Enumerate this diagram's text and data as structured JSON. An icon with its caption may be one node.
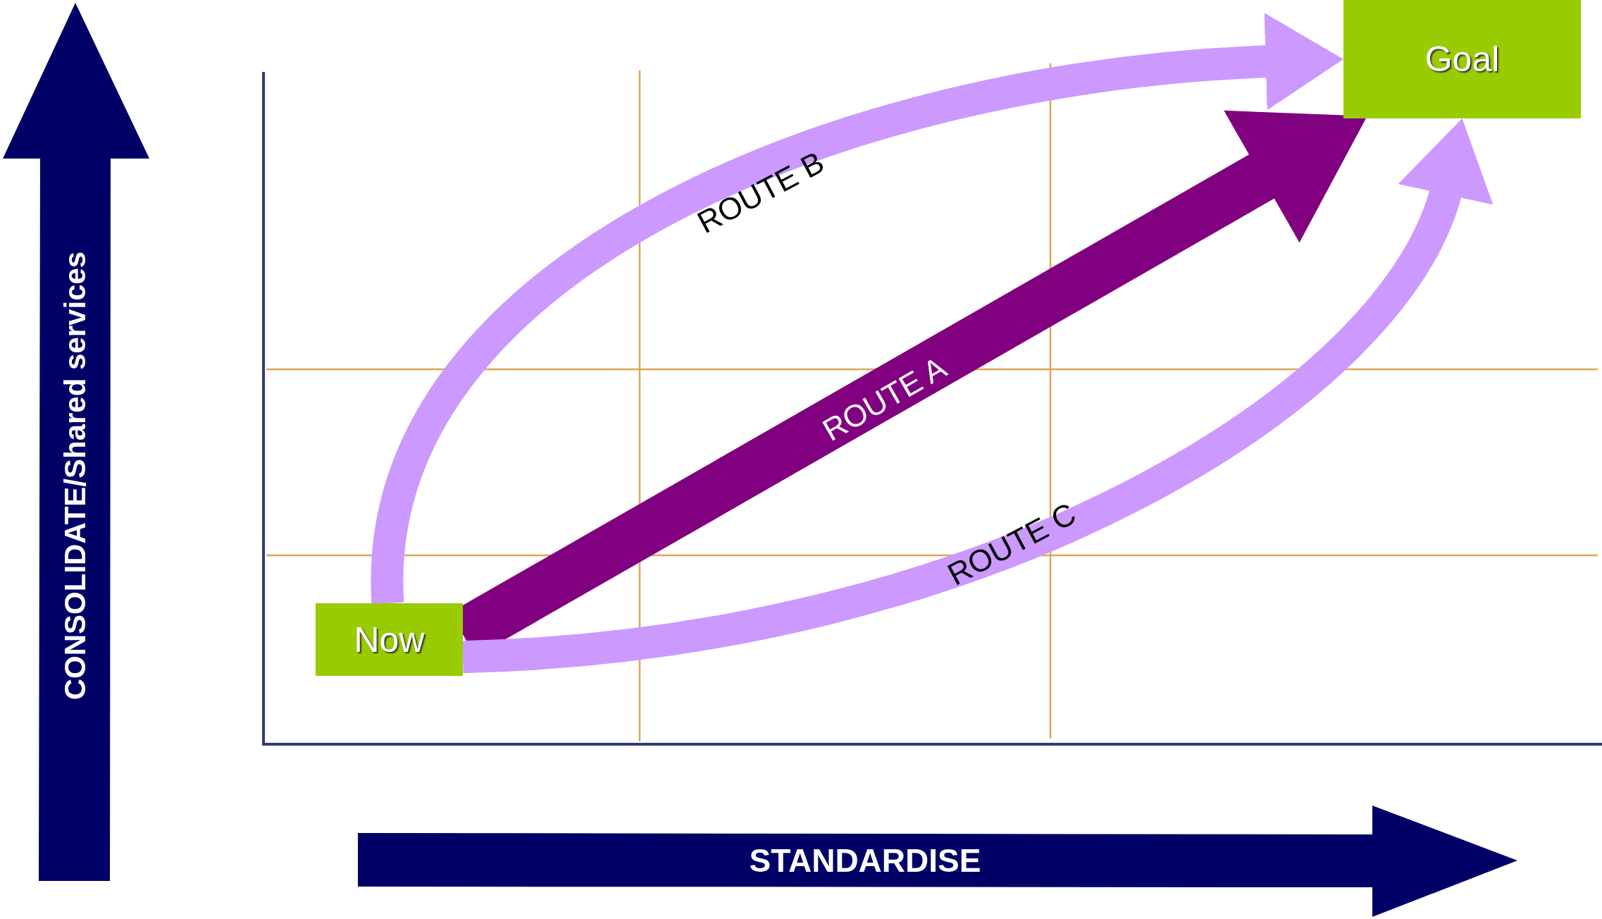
{
  "diagram": {
    "nodes": [
      {
        "text": [
          "Goal"
        ]
      },
      {
        "text": [
          "Now"
        ]
      }
    ],
    "edges": [
      {
        "from": 1,
        "to": 0,
        "arrow": "to",
        "label": "ROUTE B"
      },
      {
        "from": 1,
        "to": 0,
        "arrow": "to",
        "label": "ROUTE A",
        "color": "#800080"
      },
      {
        "from": 1,
        "to": 0,
        "arrow": "to",
        "label": "ROUTE C"
      }
    ],
    "labels": [
      "CONSOLIDATE/Shared services",
      "STANDARDISE"
    ]
  }
}
